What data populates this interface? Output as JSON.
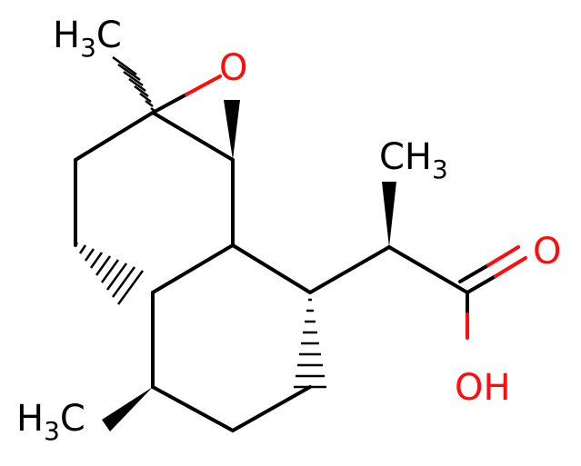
{
  "colors": {
    "carbon": "#000000",
    "oxygen": "#ff0d0d",
    "background": "#ffffff"
  },
  "atoms": [
    {
      "name": "methyl-top-left",
      "main": "H",
      "sub": "3",
      "tail": "C",
      "color": "#000000"
    },
    {
      "name": "epoxide-oxygen",
      "main": "O",
      "sub": "",
      "tail": "",
      "color": "#ff0d0d"
    },
    {
      "name": "methyl-right",
      "main": "CH",
      "sub": "3",
      "tail": "",
      "color": "#000000"
    },
    {
      "name": "carbonyl-oxygen",
      "main": "O",
      "sub": "",
      "tail": "",
      "color": "#ff0d0d"
    },
    {
      "name": "hydroxyl",
      "main": "OH",
      "sub": "",
      "tail": "",
      "color": "#ff0d0d"
    },
    {
      "name": "methyl-bottom-left",
      "main": "H",
      "sub": "3",
      "tail": "C",
      "color": "#000000"
    }
  ]
}
